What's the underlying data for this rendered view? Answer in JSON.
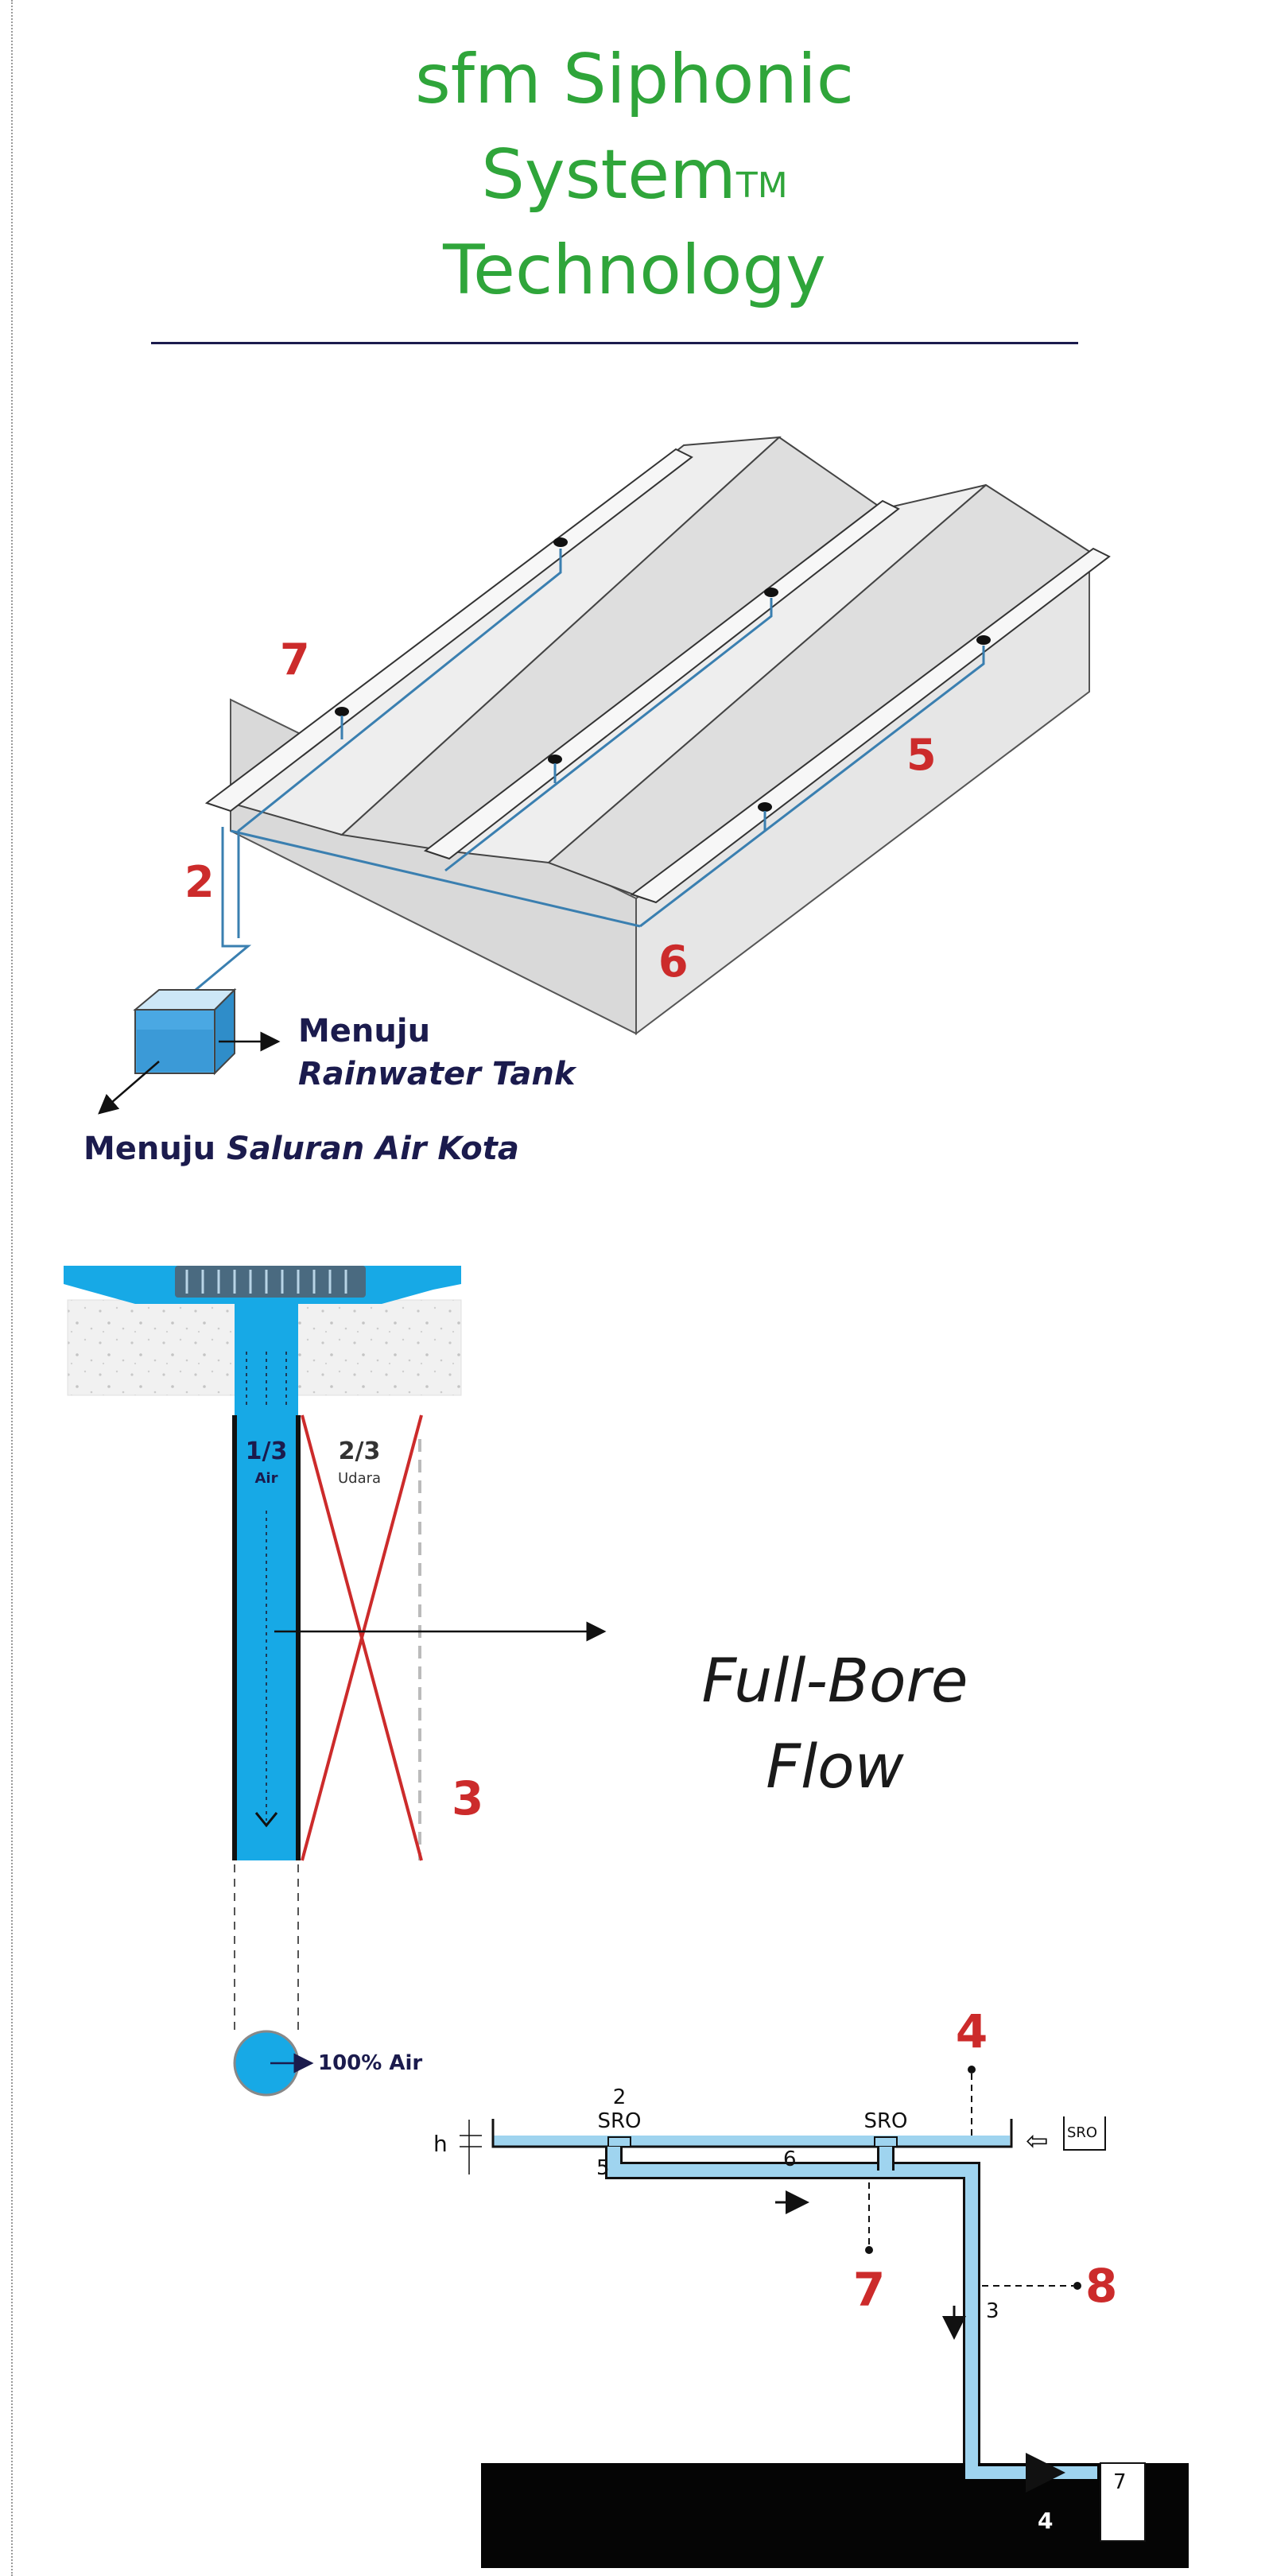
{
  "title": {
    "line1": "sfm Siphonic",
    "line2": "System",
    "trademark": "TM",
    "line3": "Technology"
  },
  "roof_diagram": {
    "callouts": [
      "7",
      "2",
      "5",
      "6"
    ],
    "destinations": {
      "tank_prefix": "Menuju",
      "tank_name": "Rainwater Tank",
      "sewer_prefix": "Menuju ",
      "sewer_name": "Saluran Air Kota"
    }
  },
  "flow_diagram": {
    "water_fraction": "1/3",
    "water_label": "Air",
    "air_fraction": "2/3",
    "air_label": "Udara",
    "callout": "3",
    "full_bore_line1": "Full-Bore",
    "full_bore_line2": "Flow",
    "result_label": "100% Air"
  },
  "schematic": {
    "callouts": [
      "4",
      "7",
      "8"
    ],
    "labels": {
      "h": "h",
      "sro_left_num": "2",
      "sro_left": "SRO",
      "sro_right": "SRO",
      "sro_icon": "SRO",
      "pipe_num_5": "5",
      "pipe_num_6": "6",
      "pipe_num_3": "3",
      "outlet_num_7": "7",
      "tank_num_4": "4"
    }
  },
  "colors": {
    "title_green": "#2fa53a",
    "callout_red": "#cc2b2b",
    "water_blue": "#17a9e6",
    "pipe_line_blue": "#3a7fb0",
    "navy": "#1b1b4d"
  }
}
